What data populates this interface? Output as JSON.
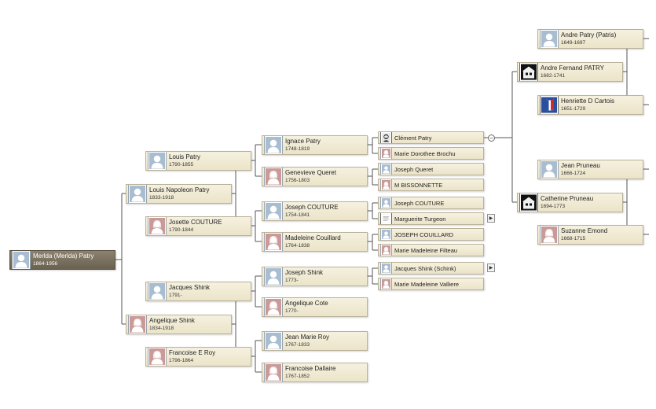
{
  "people": [
    {
      "id": "root",
      "name": "Merlda (Merlda) Patry",
      "dates": "1864-1956",
      "gender": "male",
      "icon": "silhouette-male-icon"
    },
    {
      "id": "g1a",
      "name": "Louis Napoleon Patry",
      "dates": "1833-1918",
      "gender": "male",
      "icon": "silhouette-male-icon"
    },
    {
      "id": "g1b",
      "name": "Angelique Shink",
      "dates": "1834-1918",
      "gender": "female",
      "icon": "silhouette-female-icon"
    },
    {
      "id": "g2a",
      "name": "Louis Patry",
      "dates": "1790-1855",
      "gender": "male",
      "icon": "silhouette-male-icon"
    },
    {
      "id": "g2b",
      "name": "Josette COUTURE",
      "dates": "1790-1844",
      "gender": "female",
      "icon": "silhouette-female-icon"
    },
    {
      "id": "g2c",
      "name": "Jacques Shink",
      "dates": "1791-",
      "gender": "male",
      "icon": "silhouette-male-icon"
    },
    {
      "id": "g2d",
      "name": "Francoise E Roy",
      "dates": "1796-1864",
      "gender": "female",
      "icon": "silhouette-female-icon"
    },
    {
      "id": "g3a",
      "name": "Ignace Patry",
      "dates": "1748-1819",
      "gender": "male",
      "icon": "silhouette-male-icon"
    },
    {
      "id": "g3b",
      "name": "Genevieve Queret",
      "dates": "1756-1803",
      "gender": "female",
      "icon": "silhouette-female-icon"
    },
    {
      "id": "g3c",
      "name": "Joseph COUTURE",
      "dates": "1754-1841",
      "gender": "male",
      "icon": "silhouette-male-icon"
    },
    {
      "id": "g3d",
      "name": "Madeleine Couillard",
      "dates": "1764-1838",
      "gender": "female",
      "icon": "silhouette-female-icon"
    },
    {
      "id": "g3e",
      "name": "Joseph Shink",
      "dates": "1773-",
      "gender": "male",
      "icon": "silhouette-male-icon"
    },
    {
      "id": "g3f",
      "name": "Angelique Cote",
      "dates": "1770-",
      "gender": "female",
      "icon": "silhouette-female-icon"
    },
    {
      "id": "g3g",
      "name": "Jean Marie Roy",
      "dates": "1767-1833",
      "gender": "male",
      "icon": "silhouette-male-icon"
    },
    {
      "id": "g3h",
      "name": "Francoise Dallaire",
      "dates": "1767-1852",
      "gender": "female",
      "icon": "silhouette-female-icon"
    },
    {
      "id": "g4a",
      "name": "Clément Patry",
      "dates": "",
      "gender": "photo",
      "icon": "portrait-sketch-icon"
    },
    {
      "id": "g4b",
      "name": "Marie Dorothee Brochu",
      "dates": "",
      "gender": "female",
      "icon": "silhouette-female-icon"
    },
    {
      "id": "g4c",
      "name": "Joseph Queret",
      "dates": "",
      "gender": "male",
      "icon": "silhouette-male-icon"
    },
    {
      "id": "g4d",
      "name": "M BISSONNETTE",
      "dates": "",
      "gender": "female",
      "icon": "silhouette-female-icon"
    },
    {
      "id": "g4e",
      "name": "Joseph COUTURE",
      "dates": "",
      "gender": "male",
      "icon": "silhouette-male-icon"
    },
    {
      "id": "g4f",
      "name": "Marguerite Turgeon",
      "dates": "",
      "gender": "photo",
      "icon": "document-scan-icon"
    },
    {
      "id": "g4g",
      "name": "JOSEPH COUILLARD",
      "dates": "",
      "gender": "male",
      "icon": "silhouette-male-icon"
    },
    {
      "id": "g4h",
      "name": "Marie Madeleine Filteau",
      "dates": "",
      "gender": "female",
      "icon": "silhouette-female-icon"
    },
    {
      "id": "g4i",
      "name": "Jacques Shink (Schink)",
      "dates": "",
      "gender": "male",
      "icon": "silhouette-male-icon"
    },
    {
      "id": "g4j",
      "name": "Marie Madeleine Valliere",
      "dates": "",
      "gender": "female",
      "icon": "silhouette-female-icon"
    },
    {
      "id": "g6a",
      "name": "Andre Fernand PATRY",
      "dates": "1682-1741",
      "gender": "photo",
      "icon": "house-photo-icon"
    },
    {
      "id": "g6b",
      "name": "Catherine Pruneau",
      "dates": "1694-1773",
      "gender": "photo",
      "icon": "house-photo-icon"
    },
    {
      "id": "g7a",
      "name": "Andre Patry (Patris)",
      "dates": "1649-1697",
      "gender": "male",
      "icon": "silhouette-male-icon"
    },
    {
      "id": "g7b",
      "name": "Henriette D Cartois",
      "dates": "1651-1729",
      "gender": "photo",
      "icon": "french-flag-icon"
    },
    {
      "id": "g7c",
      "name": "Jean Pruneau",
      "dates": "1666-1724",
      "gender": "male",
      "icon": "silhouette-male-icon"
    },
    {
      "id": "g7d",
      "name": "Suzanne Emond",
      "dates": "1668-1715",
      "gender": "female",
      "icon": "silhouette-female-icon"
    }
  ],
  "expanders": [
    {
      "id": "e1",
      "label": "▶",
      "icon": "expand-right-icon"
    },
    {
      "id": "e2",
      "label": "▶",
      "icon": "expand-right-icon"
    }
  ],
  "collapse": {
    "label": "−",
    "icon": "collapse-circle-icon"
  },
  "colors": {
    "male_avatar": "#a9bdd0",
    "female_avatar": "#c99a98",
    "card": "#f1ebd5",
    "root_card": "#7a705e",
    "line": "#555555"
  }
}
